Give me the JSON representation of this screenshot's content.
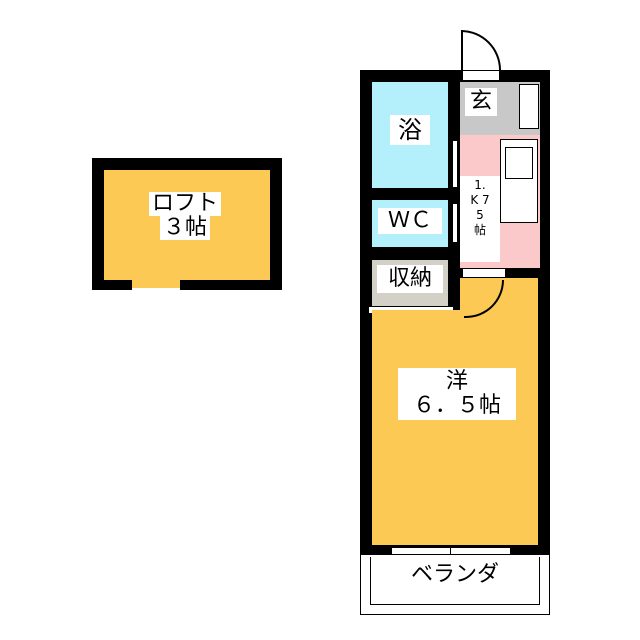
{
  "loft": {
    "name": "ロフト",
    "size": "３帖"
  },
  "bath": {
    "label": "浴"
  },
  "wc": {
    "label": "ＷＣ"
  },
  "closet": {
    "label": "収納"
  },
  "entrance": {
    "label": "玄"
  },
  "kitchen": {
    "line1": "1.",
    "line2": "K 7",
    "line3": "5",
    "line4": "帖"
  },
  "western": {
    "name": "洋",
    "size": "６．５帖"
  },
  "balcony": {
    "label": "ベランダ"
  },
  "colors": {
    "wall": "#000000",
    "wet": "#b3f0fb",
    "kitchen": "#fcc9cb",
    "room": "#fcc955",
    "closet": "#d2d0c7",
    "entrance": "#c8c8c8"
  }
}
